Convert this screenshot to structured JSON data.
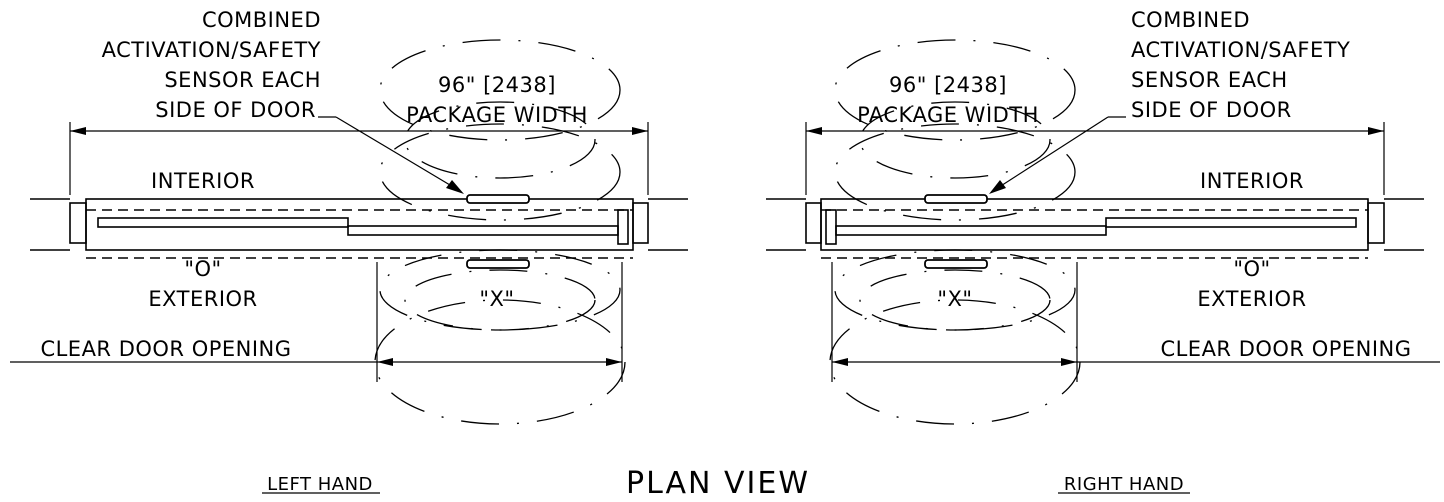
{
  "drawing": {
    "title": "PLAN VIEW",
    "left_hand": {
      "caption": "LEFT HAND",
      "sensor_note": [
        "COMBINED",
        "ACTIVATION/SAFETY",
        "SENSOR EACH",
        "SIDE OF DOOR"
      ],
      "package_width": [
        "96\" [2438]",
        "PACKAGE WIDTH"
      ],
      "interior": "INTERIOR",
      "fixed_panel": "\"O\"",
      "exterior": "EXTERIOR",
      "sliding_panel": "\"X\"",
      "clear_opening": "CLEAR DOOR OPENING"
    },
    "right_hand": {
      "caption": "RIGHT HAND",
      "sensor_note": [
        "COMBINED",
        "ACTIVATION/SAFETY",
        "SENSOR EACH",
        "SIDE OF DOOR"
      ],
      "package_width": [
        "96\" [2438]",
        "PACKAGE WIDTH"
      ],
      "interior": "INTERIOR",
      "fixed_panel": "\"O\"",
      "exterior": "EXTERIOR",
      "sliding_panel": "\"X\"",
      "clear_opening": "CLEAR DOOR OPENING"
    }
  }
}
